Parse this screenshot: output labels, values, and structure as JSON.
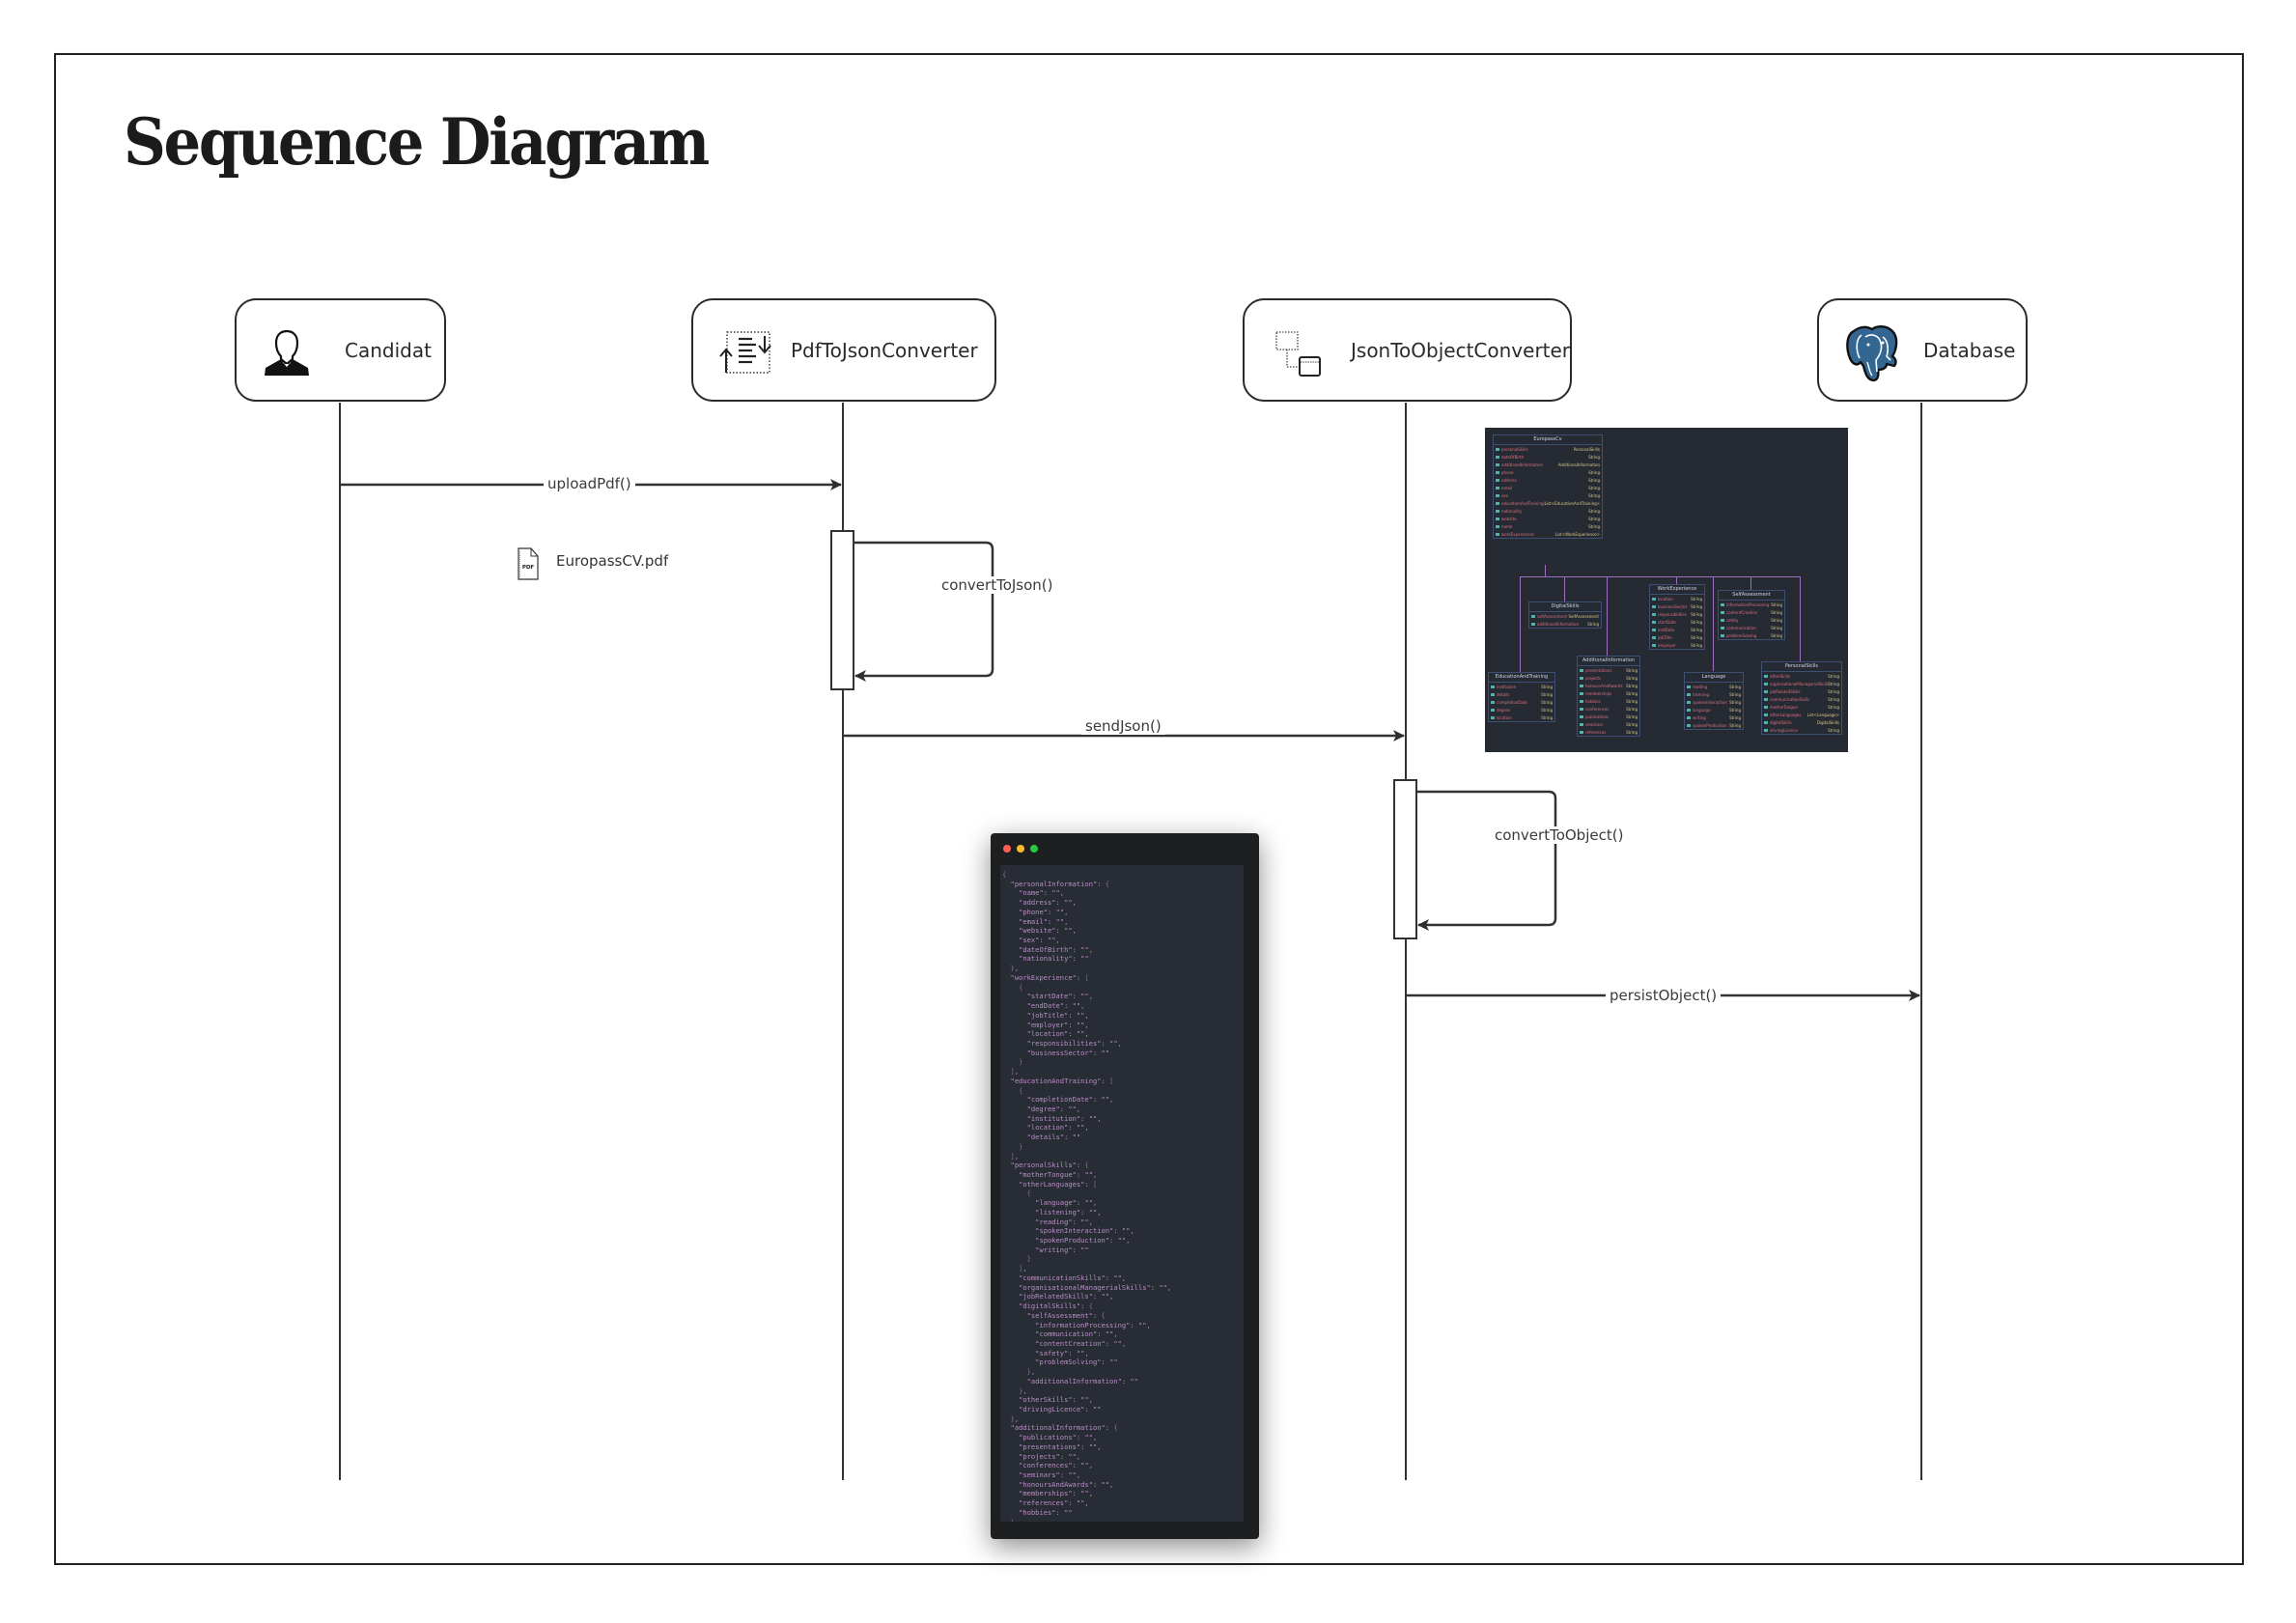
{
  "title": "Sequence Diagram",
  "participants": [
    {
      "name": "Candidat",
      "icon": "user-icon"
    },
    {
      "name": "PdfToJsonConverter",
      "icon": "document-convert-icon"
    },
    {
      "name": "JsonToObjectConverter",
      "icon": "object-hierarchy-icon"
    },
    {
      "name": "Database",
      "icon": "postgresql-elephant-icon"
    }
  ],
  "messages": [
    {
      "label": "uploadPdf()",
      "from": "Candidat",
      "to": "PdfToJsonConverter",
      "type": "sync"
    },
    {
      "label": "convertToJson()",
      "from": "PdfToJsonConverter",
      "to": "PdfToJsonConverter",
      "type": "self"
    },
    {
      "label": "sendJson()",
      "from": "PdfToJsonConverter",
      "to": "JsonToObjectConverter",
      "type": "sync"
    },
    {
      "label": "convertToObject()",
      "from": "JsonToObjectConverter",
      "to": "JsonToObjectConverter",
      "type": "self"
    },
    {
      "label": "persistObject()",
      "from": "JsonToObjectConverter",
      "to": "Database",
      "type": "sync"
    }
  ],
  "attachments": {
    "file": {
      "name": "EuropassCV.pdf",
      "icon": "pdf-file-icon",
      "icon_text": "PDF"
    }
  },
  "code_window": {
    "dot_colors": [
      "#ff5f57",
      "#febc2e",
      "#28c840"
    ],
    "json_lines": [
      "{",
      "  \"personalInformation\": {",
      "    \"name\": \"\",",
      "    \"address\": \"\",",
      "    \"phone\": \"\",",
      "    \"email\": \"\",",
      "    \"website\": \"\",",
      "    \"sex\": \"\",",
      "    \"dateOfBirth\": \"\",",
      "    \"nationality\": \"\"",
      "  },",
      "  \"workExperience\": [",
      "    {",
      "      \"startDate\": \"\",",
      "      \"endDate\": \"\",",
      "      \"jobTitle\": \"\",",
      "      \"employer\": \"\",",
      "      \"location\": \"\",",
      "      \"responsibilities\": \"\",",
      "      \"businessSector\": \"\"",
      "    }",
      "  ],",
      "  \"educationAndTraining\": [",
      "    {",
      "      \"completionDate\": \"\",",
      "      \"degree\": \"\",",
      "      \"institution\": \"\",",
      "      \"location\": \"\",",
      "      \"details\": \"\"",
      "    }",
      "  ],",
      "  \"personalSkills\": {",
      "    \"motherTongue\": \"\",",
      "    \"otherLanguages\": [",
      "      {",
      "        \"language\": \"\",",
      "        \"listening\": \"\",",
      "        \"reading\": \"\",",
      "        \"spokenInteraction\": \"\",",
      "        \"spokenProduction\": \"\",",
      "        \"writing\": \"\"",
      "      }",
      "    ],",
      "    \"communicationSkills\": \"\",",
      "    \"organisationalManagerialSkills\": \"\",",
      "    \"jobRelatedSkills\": \"\",",
      "    \"digitalSkills\": {",
      "      \"selfAssessment\": {",
      "        \"informationProcessing\": \"\",",
      "        \"communication\": \"\",",
      "        \"contentCreation\": \"\",",
      "        \"safety\": \"\",",
      "        \"problemSolving\": \"\"",
      "      },",
      "      \"additionalInformation\": \"\"",
      "    },",
      "    \"otherSkills\": \"\",",
      "    \"drivingLicence\": \"\"",
      "  },",
      "  \"additionalInformation\": {",
      "    \"publications\": \"\",",
      "    \"presentations\": \"\",",
      "    \"projects\": \"\",",
      "    \"conferences\": \"\",",
      "    \"seminars\": \"\",",
      "    \"honoursAndAwards\": \"\",",
      "    \"memberships\": \"\",",
      "    \"references\": \"\",",
      "    \"hobbies\": \"\"",
      "  }",
      "}"
    ]
  },
  "class_diagram": {
    "classes": [
      {
        "name": "EuropassCv",
        "fields": [
          [
            "personalSkills",
            "PersonalSkills"
          ],
          [
            "dateOfBirth",
            "String"
          ],
          [
            "additionalInformation",
            "AdditionalInformation"
          ],
          [
            "phone",
            "String"
          ],
          [
            "address",
            "String"
          ],
          [
            "email",
            "String"
          ],
          [
            "sex",
            "String"
          ],
          [
            "educationAndTrainingList",
            "List<EducationAndTraining>"
          ],
          [
            "nationality",
            "String"
          ],
          [
            "website",
            "String"
          ],
          [
            "name",
            "String"
          ],
          [
            "workExperiences",
            "List<WorkExperience>"
          ]
        ]
      },
      {
        "name": "DigitalSkills",
        "fields": [
          [
            "selfAssessment",
            "SelfAssessment"
          ],
          [
            "additionalInformation",
            "String"
          ]
        ]
      },
      {
        "name": "WorkExperience",
        "fields": [
          [
            "location",
            "String"
          ],
          [
            "businessSector",
            "String"
          ],
          [
            "responsibilities",
            "String"
          ],
          [
            "startDate",
            "String"
          ],
          [
            "endDate",
            "String"
          ],
          [
            "jobTitle",
            "String"
          ],
          [
            "employer",
            "String"
          ]
        ]
      },
      {
        "name": "SelfAssessment",
        "fields": [
          [
            "informationProcessing",
            "String"
          ],
          [
            "contentCreation",
            "String"
          ],
          [
            "safety",
            "String"
          ],
          [
            "communication",
            "String"
          ],
          [
            "problemSolving",
            "String"
          ]
        ]
      },
      {
        "name": "EducationAndTraining",
        "fields": [
          [
            "institution",
            "String"
          ],
          [
            "details",
            "String"
          ],
          [
            "completionDate",
            "String"
          ],
          [
            "degree",
            "String"
          ],
          [
            "location",
            "String"
          ]
        ]
      },
      {
        "name": "AdditionalInformation",
        "fields": [
          [
            "presentations",
            "String"
          ],
          [
            "projects",
            "String"
          ],
          [
            "honoursAndAwards",
            "String"
          ],
          [
            "memberships",
            "String"
          ],
          [
            "hobbies",
            "String"
          ],
          [
            "conferences",
            "String"
          ],
          [
            "publications",
            "String"
          ],
          [
            "seminars",
            "String"
          ],
          [
            "references",
            "String"
          ]
        ]
      },
      {
        "name": "Language",
        "fields": [
          [
            "reading",
            "String"
          ],
          [
            "listening",
            "String"
          ],
          [
            "spokenInteraction",
            "String"
          ],
          [
            "language",
            "String"
          ],
          [
            "writing",
            "String"
          ],
          [
            "spokenProduction",
            "String"
          ]
        ]
      },
      {
        "name": "PersonalSkills",
        "fields": [
          [
            "otherSkills",
            "String"
          ],
          [
            "organisationalManagerialSkills",
            "String"
          ],
          [
            "jobRelatedSkills",
            "String"
          ],
          [
            "communicationSkills",
            "String"
          ],
          [
            "motherTongue",
            "String"
          ],
          [
            "otherLanguages",
            "List<Language>"
          ],
          [
            "digitalSkills",
            "DigitalSkills"
          ],
          [
            "drivingLicence",
            "String"
          ]
        ]
      }
    ]
  }
}
